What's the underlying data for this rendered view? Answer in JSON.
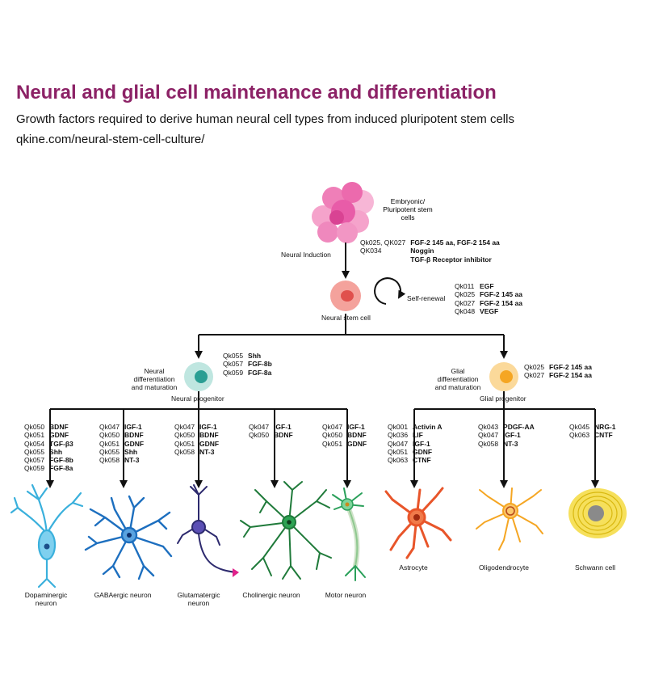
{
  "header": {
    "title": "Neural and glial cell maintenance and differentiation",
    "subtitle": "Growth factors required to derive human neural cell types from induced pluripotent stem cells",
    "url": "qkine.com/neural-stem-cell-culture/"
  },
  "colors": {
    "title": "#8c2266",
    "esc": "#e85ca8",
    "nsc": "#e8706f",
    "neural_progenitor": "#3bb3a8",
    "glial_progenitor": "#f5b03a",
    "dopaminergic": "#3ab0dc",
    "gabaergic": "#1d6fbf",
    "glutamatergic": "#2d2a6e",
    "cholinergic": "#1f7a3a",
    "motor": "#2aa05a",
    "astrocyte": "#e8552a",
    "oligodendrocyte": "#f5a623",
    "schwann": "#f2d21a"
  },
  "cells": {
    "esc": "Embryonic/ Pluripotent stem cells",
    "nsc": "Neural stem cell",
    "neural_progenitor": "Neural progenitor",
    "glial_progenitor": "Glial progenitor"
  },
  "process_labels": {
    "neural_induction": "Neural Induction",
    "self_renewal": "Self-renewal",
    "neural_diff": "Neural differentiation and maturation",
    "glial_diff": "Glial differentiation and maturation"
  },
  "factor_groups": {
    "induction": [
      {
        "code": "Qk025, QK027",
        "name": "FGF-2 145 aa, FGF-2 154 aa"
      },
      {
        "code": "QK034",
        "name": "Noggin"
      },
      {
        "code": "",
        "name": "TGF-β Receptor inhibitor"
      }
    ],
    "self_renewal": [
      {
        "code": "Qk011",
        "name": "EGF"
      },
      {
        "code": "Qk025",
        "name": "FGF-2 145 aa"
      },
      {
        "code": "Qk027",
        "name": "FGF-2 154 aa"
      },
      {
        "code": "Qk048",
        "name": "VEGF"
      }
    ],
    "neural_progenitor": [
      {
        "code": "Qk055",
        "name": "Shh"
      },
      {
        "code": "Qk057",
        "name": "FGF-8b"
      },
      {
        "code": "Qk059",
        "name": "FGF-8a"
      }
    ],
    "glial_progenitor": [
      {
        "code": "Qk025",
        "name": "FGF-2 145 aa"
      },
      {
        "code": "Qk027",
        "name": "FGF-2 154 aa"
      }
    ]
  },
  "outcomes": [
    {
      "name": "Dopaminergic neuron",
      "factors": [
        {
          "code": "Qk050",
          "name": "BDNF"
        },
        {
          "code": "Qk051",
          "name": "GDNF"
        },
        {
          "code": "Qk054",
          "name": "TGF-β3"
        },
        {
          "code": "Qk055",
          "name": "Shh"
        },
        {
          "code": "Qk057",
          "name": "FGF-8b"
        },
        {
          "code": "Qk059",
          "name": "FGF-8a"
        }
      ]
    },
    {
      "name": "GABAergic neuron",
      "factors": [
        {
          "code": "Qk047",
          "name": "IGF-1"
        },
        {
          "code": "Qk050",
          "name": "BDNF"
        },
        {
          "code": "Qk051",
          "name": "GDNF"
        },
        {
          "code": "Qk055",
          "name": "Shh"
        },
        {
          "code": "Qk058",
          "name": "NT-3"
        }
      ]
    },
    {
      "name": "Glutamatergic neuron",
      "factors": [
        {
          "code": "Qk047",
          "name": "IGF-1"
        },
        {
          "code": "Qk050",
          "name": "BDNF"
        },
        {
          "code": "Qk051",
          "name": "GDNF"
        },
        {
          "code": "Qk058",
          "name": "NT-3"
        }
      ]
    },
    {
      "name": "Cholinergic neuron",
      "factors": [
        {
          "code": "Qk047",
          "name": "IGF-1"
        },
        {
          "code": "Qk050",
          "name": "BDNF"
        }
      ]
    },
    {
      "name": "Motor neuron",
      "factors": [
        {
          "code": "Qk047",
          "name": "IGF-1"
        },
        {
          "code": "Qk050",
          "name": "BDNF"
        },
        {
          "code": "Qk051",
          "name": "GDNF"
        }
      ]
    },
    {
      "name": "Astrocyte",
      "factors": [
        {
          "code": "Qk001",
          "name": "Activin A"
        },
        {
          "code": "Qk036",
          "name": "LIF"
        },
        {
          "code": "Qk047",
          "name": "IGF-1"
        },
        {
          "code": "Qk051",
          "name": "GDNF"
        },
        {
          "code": "Qk063",
          "name": "CTNF"
        }
      ]
    },
    {
      "name": "Oligodendrocyte",
      "factors": [
        {
          "code": "Qk043",
          "name": "PDGF-AA"
        },
        {
          "code": "Qk047",
          "name": "IGF-1"
        },
        {
          "code": "Qk058",
          "name": "NT-3"
        }
      ]
    },
    {
      "name": "Schwann cell",
      "factors": [
        {
          "code": "Qk045",
          "name": "NRG-1"
        },
        {
          "code": "Qk063",
          "name": "CNTF"
        }
      ]
    }
  ]
}
